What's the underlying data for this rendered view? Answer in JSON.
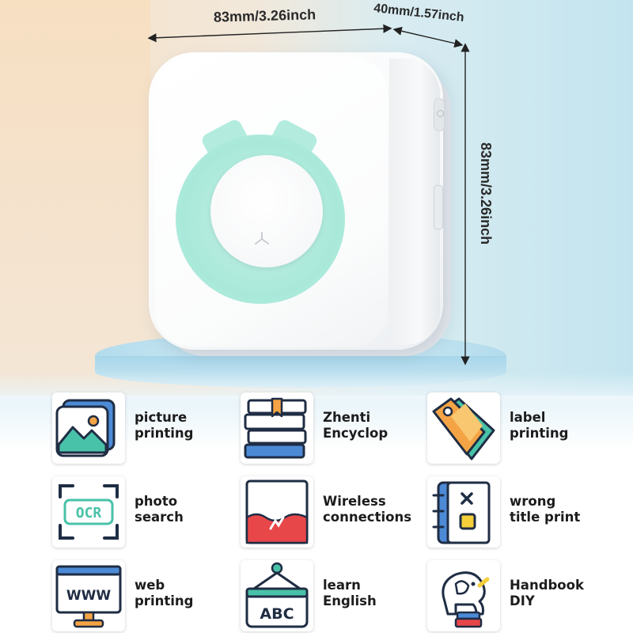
{
  "dimensions": {
    "width": "83mm/3.26inch",
    "depth": "40mm/1.57inch",
    "height": "83mm/3.26inch"
  },
  "colors": {
    "accent_teal": "#a9e9da",
    "icon_teal": "#48c2a8",
    "icon_orange": "#f5a445",
    "icon_navy": "#1f2d44",
    "icon_red": "#e8474a",
    "icon_blue": "#4d8ad6",
    "icon_yellow": "#f4cf3a"
  },
  "features": [
    {
      "icon": "picture-icon",
      "label": "picture\nprinting"
    },
    {
      "icon": "books-icon",
      "label": "Zhenti\nEncyclop"
    },
    {
      "icon": "price-tag-icon",
      "label": "label\nprinting"
    },
    {
      "icon": "ocr-scan-icon",
      "icon_text": "OCR",
      "label": "photo\nsearch"
    },
    {
      "icon": "wireless-paper-icon",
      "label": "Wireless\nconnections"
    },
    {
      "icon": "notebook-icon",
      "label": "wrong\ntitle print"
    },
    {
      "icon": "monitor-icon",
      "icon_text": "WWW",
      "label": "web\nprinting"
    },
    {
      "icon": "abc-sign-icon",
      "icon_text": "ABC",
      "label": "learn\nEnglish"
    },
    {
      "icon": "elephant-icon",
      "label": "Handbook\nDIY"
    }
  ]
}
